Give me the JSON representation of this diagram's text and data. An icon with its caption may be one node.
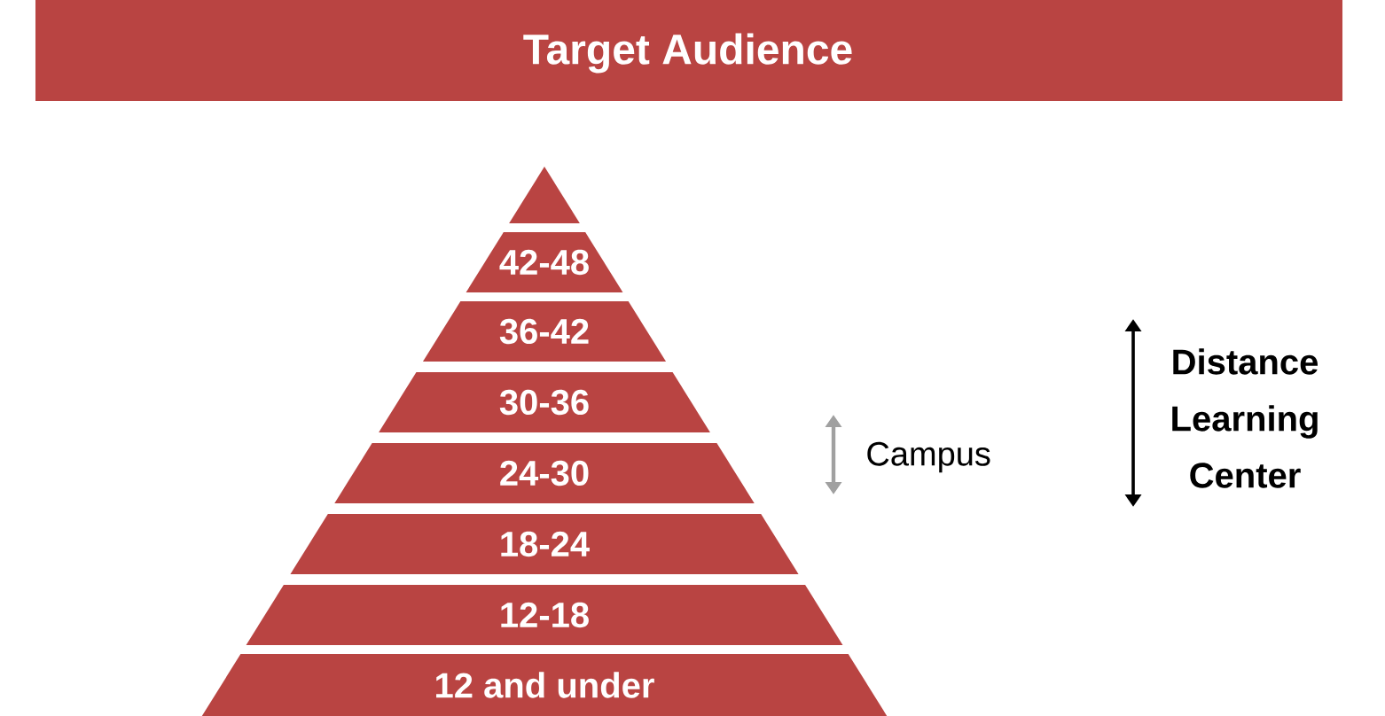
{
  "diagram": {
    "title": "Target Audience",
    "nodes": [
      {
        "text": [],
        "shape": "triangle"
      },
      {
        "text": [
          "42-48"
        ]
      },
      {
        "text": [
          "36-42"
        ]
      },
      {
        "text": [
          "30-36"
        ]
      },
      {
        "text": [
          "24-30"
        ]
      },
      {
        "text": [
          "18-24"
        ]
      },
      {
        "text": [
          "12-18"
        ]
      },
      {
        "text": [
          "12 and under"
        ]
      }
    ],
    "labels": [
      "Campus",
      "Distance Learning Center"
    ]
  }
}
